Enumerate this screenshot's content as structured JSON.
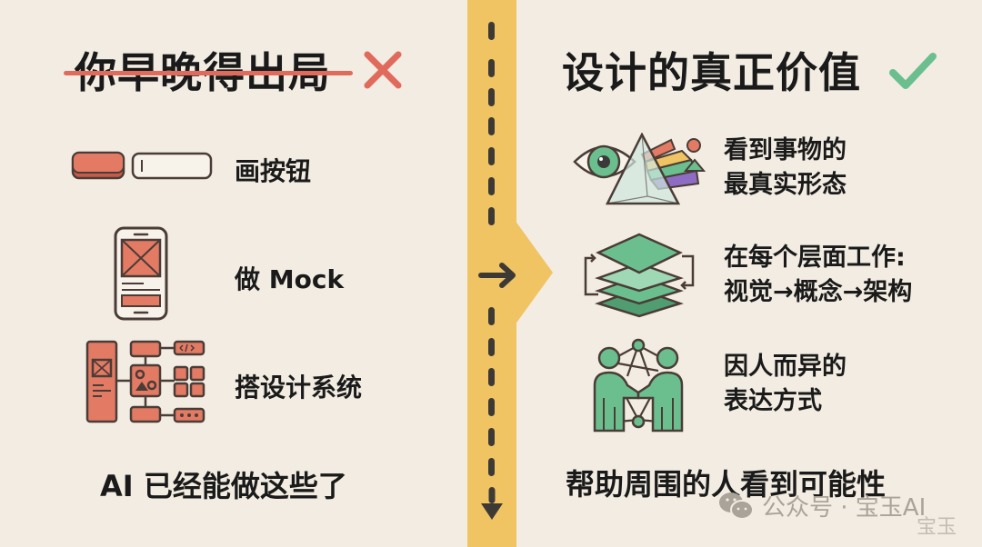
{
  "left": {
    "title": "你早晚得出局",
    "title_mark": "cross-icon",
    "items": [
      {
        "icon": "button-icon",
        "label": "画按钮"
      },
      {
        "icon": "phone-mockup-icon",
        "label": "做 Mock"
      },
      {
        "icon": "design-system-icon",
        "label": "搭设计系统"
      }
    ],
    "footer": "AI 已经能做这些了"
  },
  "divider": {
    "arrow": "arrow-right-icon",
    "end_arrow": "arrow-down-icon"
  },
  "right": {
    "title": "设计的真正价值",
    "title_mark": "checkmark-icon",
    "items": [
      {
        "icon": "eye-prism-icon",
        "line1": "看到事物的",
        "line2": "最真实形态"
      },
      {
        "icon": "layers-icon",
        "line1": "在每个层面工作:",
        "line2": "视觉→概念→架构"
      },
      {
        "icon": "people-network-icon",
        "line1": "因人而异的",
        "line2": "表达方式"
      }
    ],
    "footer": "帮助周围的人看到可能性"
  },
  "watermark": {
    "icon": "wechat-icon",
    "text": "公众号 · 宝玉AI",
    "overlay": "宝玉"
  },
  "colors": {
    "background": "#f2ece2",
    "band": "#f0c463",
    "red": "#e06a5c",
    "green": "#6bbf8f",
    "ink": "#1a1a1a"
  }
}
